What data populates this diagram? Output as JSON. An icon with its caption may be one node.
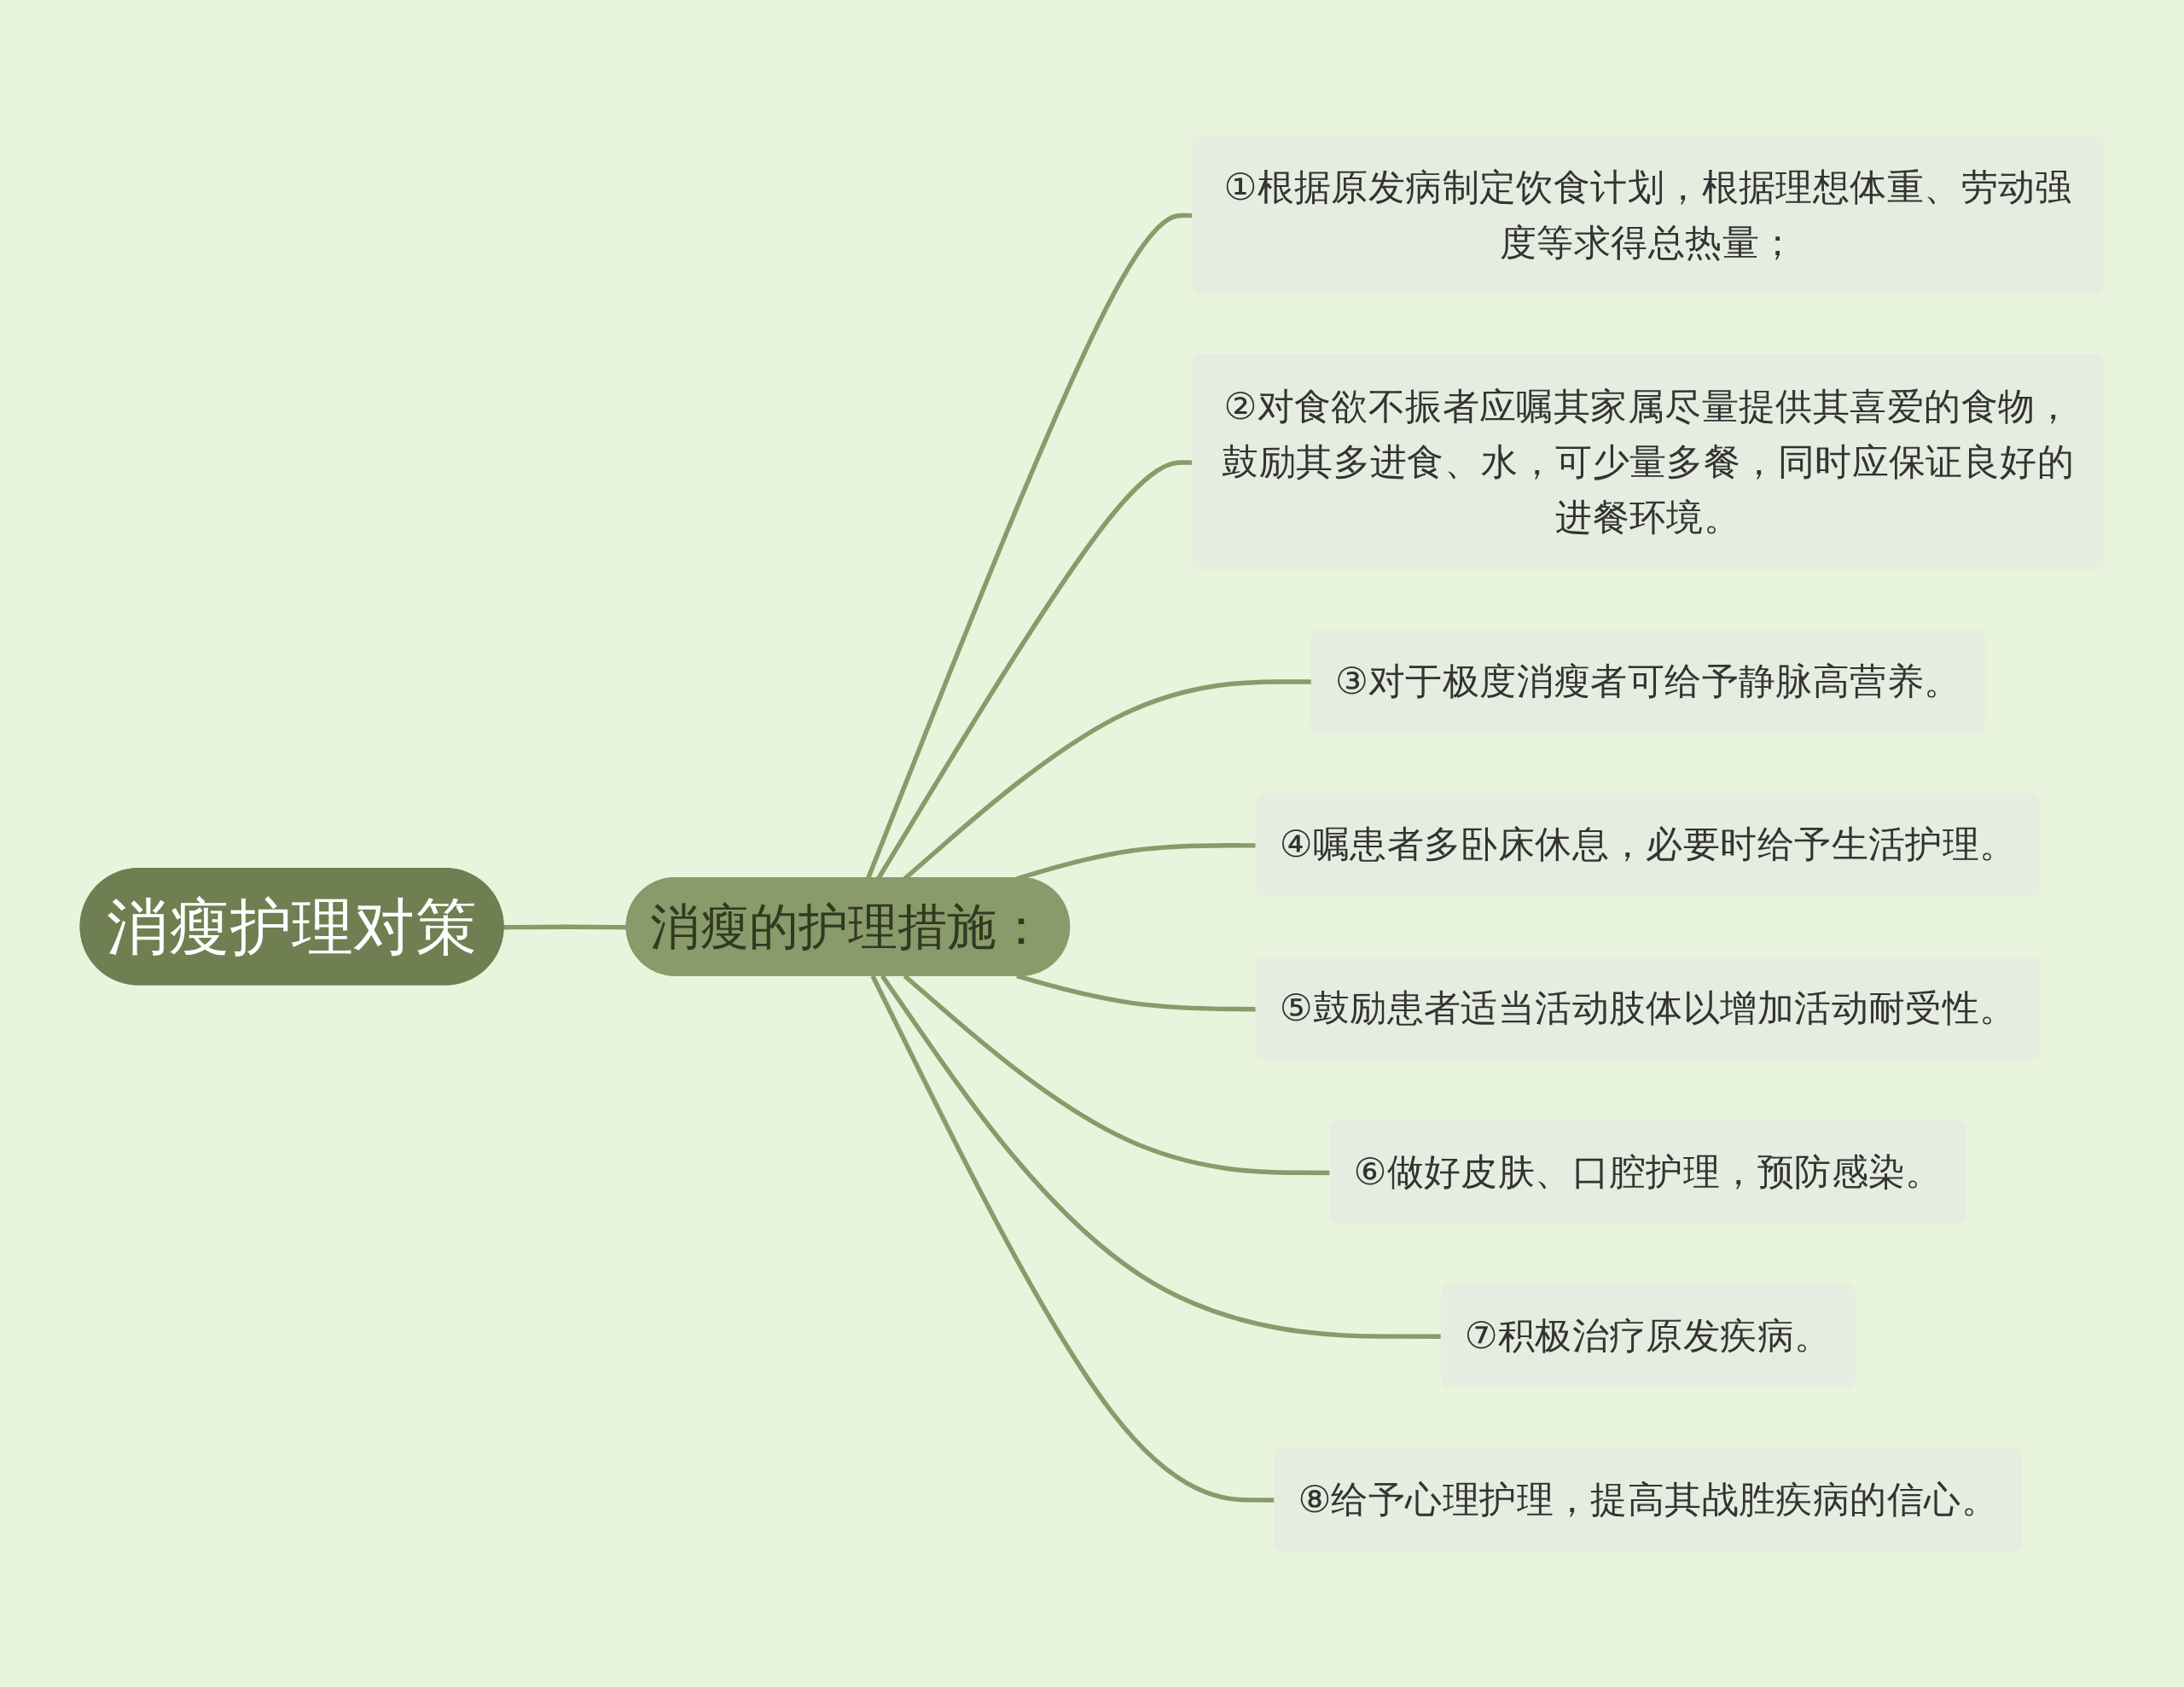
{
  "diagram": {
    "nodes": [
      {
        "text": [
          "消瘦护理对策"
        ]
      },
      {
        "text": [
          "消瘦的护理措施："
        ]
      },
      {
        "text": [
          "①根据原发病制定饮食计划，根据理想体重、劳动强度等求得总热量；"
        ]
      },
      {
        "text": [
          "②对食欲不振者应嘱其家属尽量提供其喜爱的食物，鼓励其多进食、水，可少量多餐，同时应保证良好的进餐环境。"
        ]
      },
      {
        "text": [
          "③对于极度消瘦者可给予静脉高营养。"
        ]
      },
      {
        "text": [
          "④嘱患者多卧床休息，必要时给予生活护理。"
        ]
      },
      {
        "text": [
          "⑤鼓励患者适当活动肢体以增加活动耐受性。"
        ]
      },
      {
        "text": [
          "⑥做好皮肤、口腔护理，预防感染。"
        ]
      },
      {
        "text": [
          "⑦积极治疗原发疾病。"
        ]
      },
      {
        "text": [
          "⑧给予心理护理，提高其战胜疾病的信心。"
        ]
      }
    ],
    "edges": [
      {
        "from": 0,
        "to": 1,
        "arrow": "none"
      },
      {
        "from": 1,
        "to": 2,
        "arrow": "none"
      },
      {
        "from": 1,
        "to": 3,
        "arrow": "none"
      },
      {
        "from": 1,
        "to": 4,
        "arrow": "none"
      },
      {
        "from": 1,
        "to": 5,
        "arrow": "none"
      },
      {
        "from": 1,
        "to": 6,
        "arrow": "none"
      },
      {
        "from": 1,
        "to": 7,
        "arrow": "none"
      },
      {
        "from": 1,
        "to": 8,
        "arrow": "none"
      },
      {
        "from": 1,
        "to": 9,
        "arrow": "none"
      }
    ]
  }
}
